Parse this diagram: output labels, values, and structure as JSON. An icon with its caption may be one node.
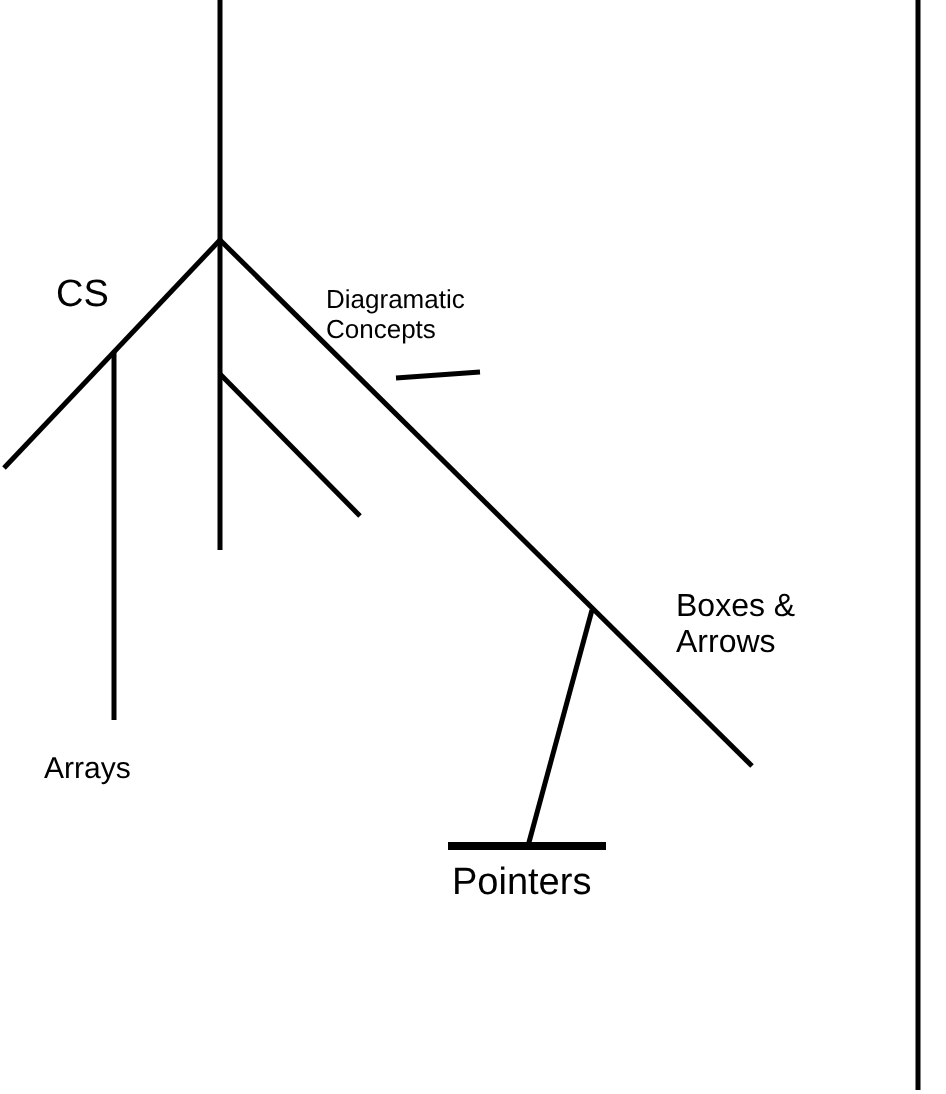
{
  "diagram": {
    "labels": [
      "CS",
      "Diagramatic Concepts",
      "Boxes & Arrows",
      "Arrays",
      "Pointers"
    ]
  }
}
